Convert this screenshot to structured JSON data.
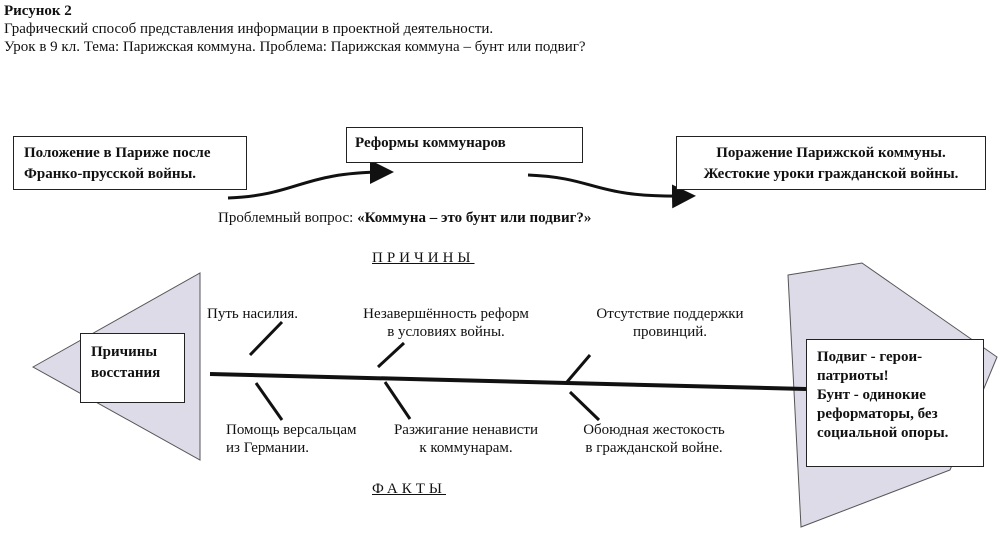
{
  "header": {
    "figure_label": "Рисунок 2",
    "subtitle": "Графический способ представления информации в проектной деятельности.",
    "lesson": "Урок в 9 кл. Тема: Парижская коммуна. Проблема: Парижская коммуна – бунт или подвиг?"
  },
  "flow": {
    "box1": [
      "Положение в Париже после",
      "Франко-прусской войны."
    ],
    "box2": "Реформы коммунаров",
    "box3": [
      "Поражение Парижской коммуны.",
      "Жестокие уроки гражданской войны."
    ],
    "question_label": "Проблемный  вопрос: ",
    "question": "«Коммуна – это бунт или подвиг?»"
  },
  "fishbone": {
    "causes_heading": "ПРИЧИНЫ",
    "facts_heading": "ФАКТЫ",
    "head_box": [
      "Причины",
      "восстания"
    ],
    "causes": [
      [
        "Путь насилия."
      ],
      [
        "Незавершённость реформ",
        "в условиях войны."
      ],
      [
        "Отсутствие поддержки",
        "провинций."
      ]
    ],
    "facts": [
      [
        "Помощь версальцам",
        "из Германии."
      ],
      [
        "Разжигание ненависти",
        "к коммунарам."
      ],
      [
        "Обоюдная жестокость",
        "в гражданской войне."
      ]
    ],
    "conclusion": [
      "Подвиг - герои-",
      "патриоты!",
      "Бунт - одинокие",
      "реформаторы, без",
      "социальной опоры."
    ],
    "fill_color": "#dedbe8"
  }
}
